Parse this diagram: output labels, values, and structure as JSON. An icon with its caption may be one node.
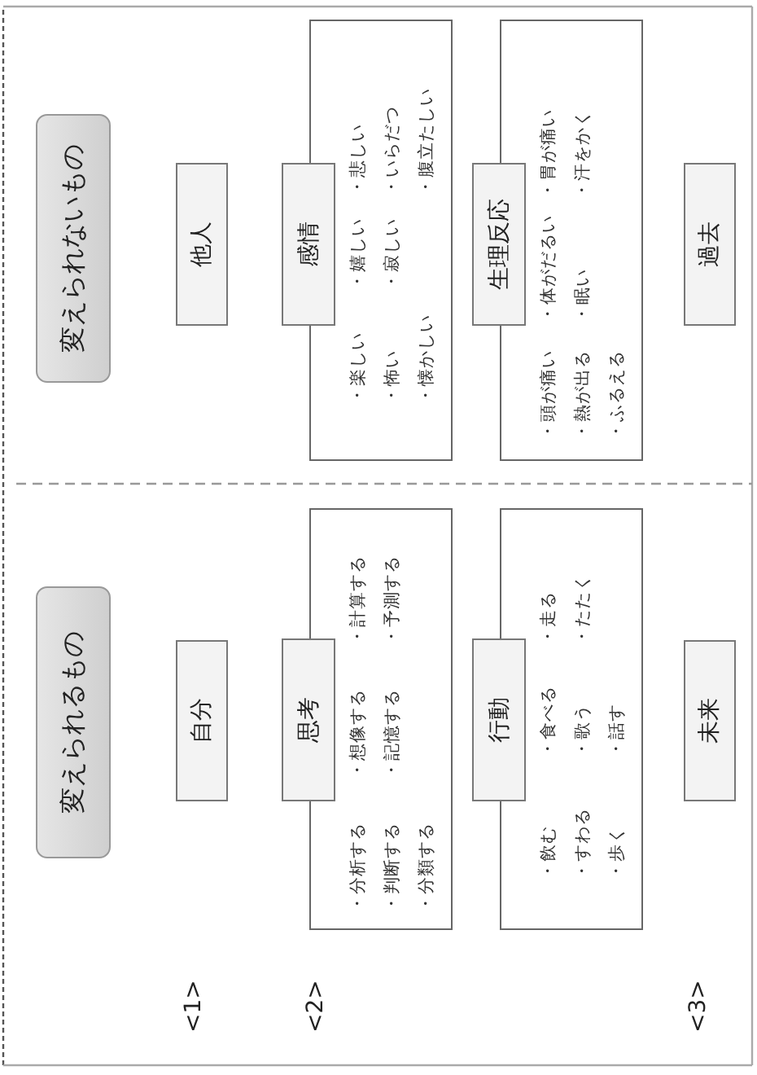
{
  "diagram": {
    "nodes": [
      {
        "text": [
          "変えられるもの"
        ]
      },
      {
        "text": [
          "変えられないもの"
        ]
      },
      {
        "text": [
          "自分"
        ]
      },
      {
        "text": [
          "他人"
        ]
      },
      {
        "text": [
          "思考",
          "・分析する",
          "・想像する",
          "・計算する",
          "・判断する",
          "・記憶する",
          "・予測する",
          "・分類する"
        ]
      },
      {
        "text": [
          "感情",
          "・楽しい",
          "・嬉しい",
          "・悲しい",
          "・怖い",
          "・寂しい",
          "・いらだつ",
          "・懐かしい",
          "・腹立たしい"
        ]
      },
      {
        "text": [
          "行動",
          "・飲む",
          "・食べる",
          "・走る",
          "・すわる",
          "・歌う",
          "・たたく",
          "・歩く",
          "・話す"
        ]
      },
      {
        "text": [
          "生理反応",
          "・頭が痛い",
          "・体がだるい",
          "・胃が痛い",
          "・熱が出る",
          "・眠い",
          "・汗をかく",
          "・ふるえる"
        ]
      },
      {
        "text": [
          "未来"
        ]
      },
      {
        "text": [
          "過去"
        ]
      }
    ],
    "edges": [],
    "labels": [
      "<1>",
      "<2>",
      "<3>"
    ]
  }
}
